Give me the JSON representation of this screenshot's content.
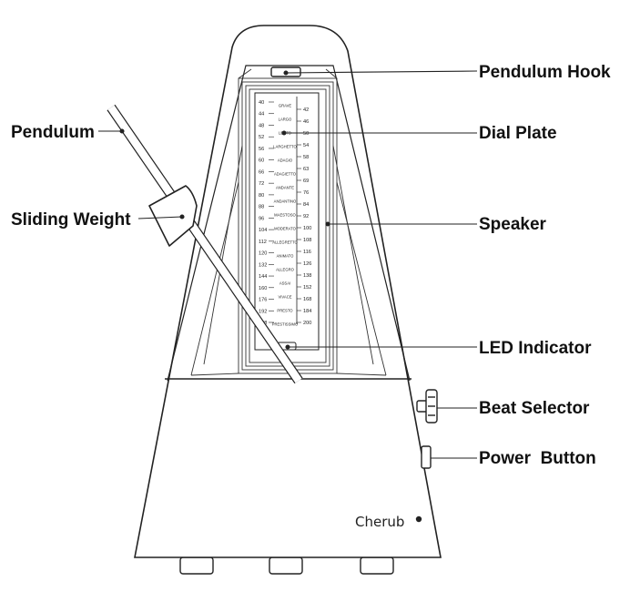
{
  "labels": {
    "pendulum_hook": "Pendulum Hook",
    "dial_plate": "Dial Plate",
    "speaker": "Speaker",
    "led_indicator": "LED Indicator",
    "beat_selector": "Beat Selector",
    "power_button": "Power  Button",
    "pendulum": "Pendulum",
    "sliding_weight": "Sliding Weight"
  },
  "brand": "Cherub",
  "dial": {
    "left_numbers": [
      "40",
      "44",
      "48",
      "52",
      "56",
      "60",
      "66",
      "72",
      "80",
      "88",
      "96",
      "104",
      "112",
      "120",
      "132",
      "144",
      "160",
      "176",
      "192",
      "208"
    ],
    "right_numbers": [
      "42",
      "46",
      "50",
      "54",
      "58",
      "63",
      "69",
      "76",
      "84",
      "92",
      "100",
      "108",
      "116",
      "126",
      "138",
      "152",
      "168",
      "184",
      "200"
    ],
    "tempos": [
      "GRAVE",
      "LARGO",
      "LENTO",
      "LARGHETTO",
      "ADAGIO",
      "ADAGIETTO",
      "ANDANTE",
      "ANDANTINO",
      "MAESTOSO",
      "MODERATO",
      "ALLEGRETTO",
      "ANIMATO",
      "ALLEGRO",
      "ASSAI",
      "VIVACE",
      "PRESTO",
      "PRESTISSIMO"
    ]
  }
}
